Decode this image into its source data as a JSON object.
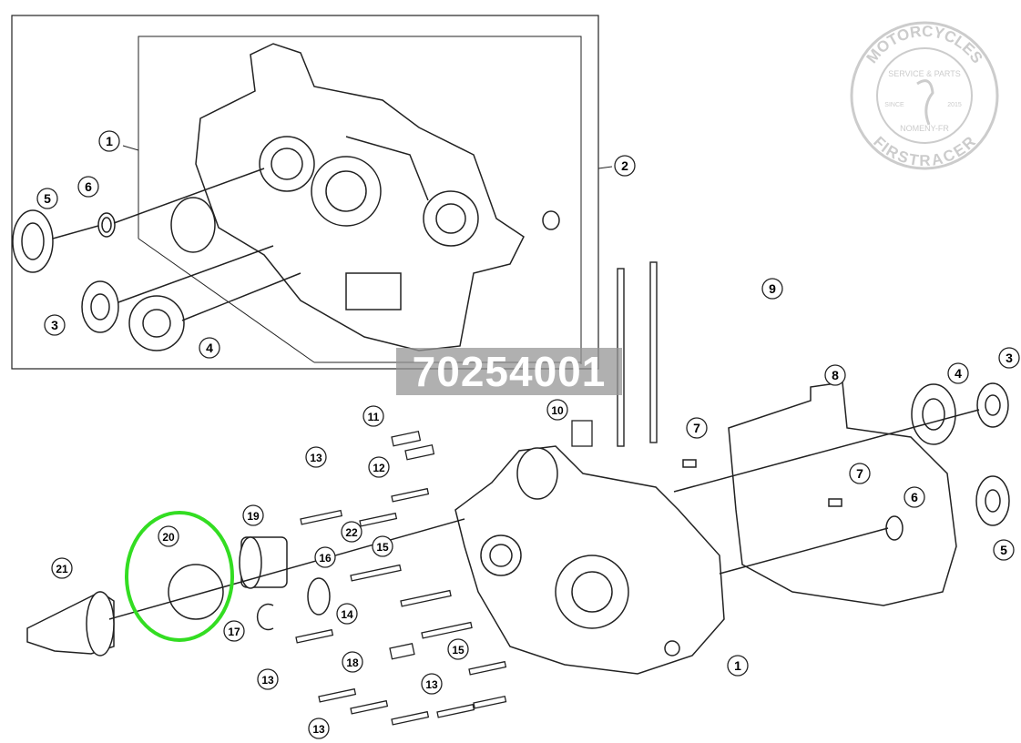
{
  "diagram": {
    "part_number_banner": "70254001",
    "callouts": [
      "1",
      "2",
      "5",
      "6",
      "3",
      "4",
      "9",
      "10",
      "11",
      "12",
      "13",
      "7",
      "8",
      "4",
      "3",
      "7",
      "6",
      "5",
      "19",
      "20",
      "16",
      "21",
      "15",
      "22",
      "14",
      "17",
      "18",
      "15",
      "13",
      "13",
      "1",
      "13"
    ],
    "highlighted_part": "20",
    "highlight_color": "#33dd22"
  },
  "watermark": {
    "top_text": "MOTORCYCLES",
    "sub_text": "SERVICE & PARTS",
    "since": "SINCE",
    "year": "2015",
    "location": "NOMENY-FR",
    "bottom_text": "FIRSTRACER"
  }
}
